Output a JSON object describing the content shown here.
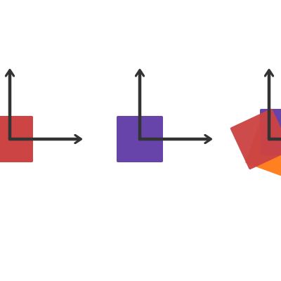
{
  "colors": {
    "background": "#ffffff",
    "red_square": "#cc4444",
    "purple_square": "#6644aa",
    "orange_square": "#ff8020",
    "axis": "#333333"
  },
  "panels": [
    {
      "name": "red-square-panel",
      "squares": [
        {
          "name": "red-square",
          "color_key": "red_square",
          "rotation_deg": 0,
          "opacity": 1
        }
      ]
    },
    {
      "name": "purple-square-panel",
      "squares": [
        {
          "name": "purple-square",
          "color_key": "purple_square",
          "rotation_deg": 0,
          "opacity": 1
        }
      ]
    },
    {
      "name": "composed-transform-panel",
      "squares": [
        {
          "name": "orange-rotated-square",
          "color_key": "orange_square",
          "rotation_deg": 20,
          "opacity": 1
        },
        {
          "name": "purple-square",
          "color_key": "purple_square",
          "rotation_deg": 0,
          "opacity": 1
        },
        {
          "name": "red-rotated-square",
          "color_key": "red_square",
          "rotation_deg": -25,
          "opacity": 0.96
        }
      ]
    }
  ]
}
